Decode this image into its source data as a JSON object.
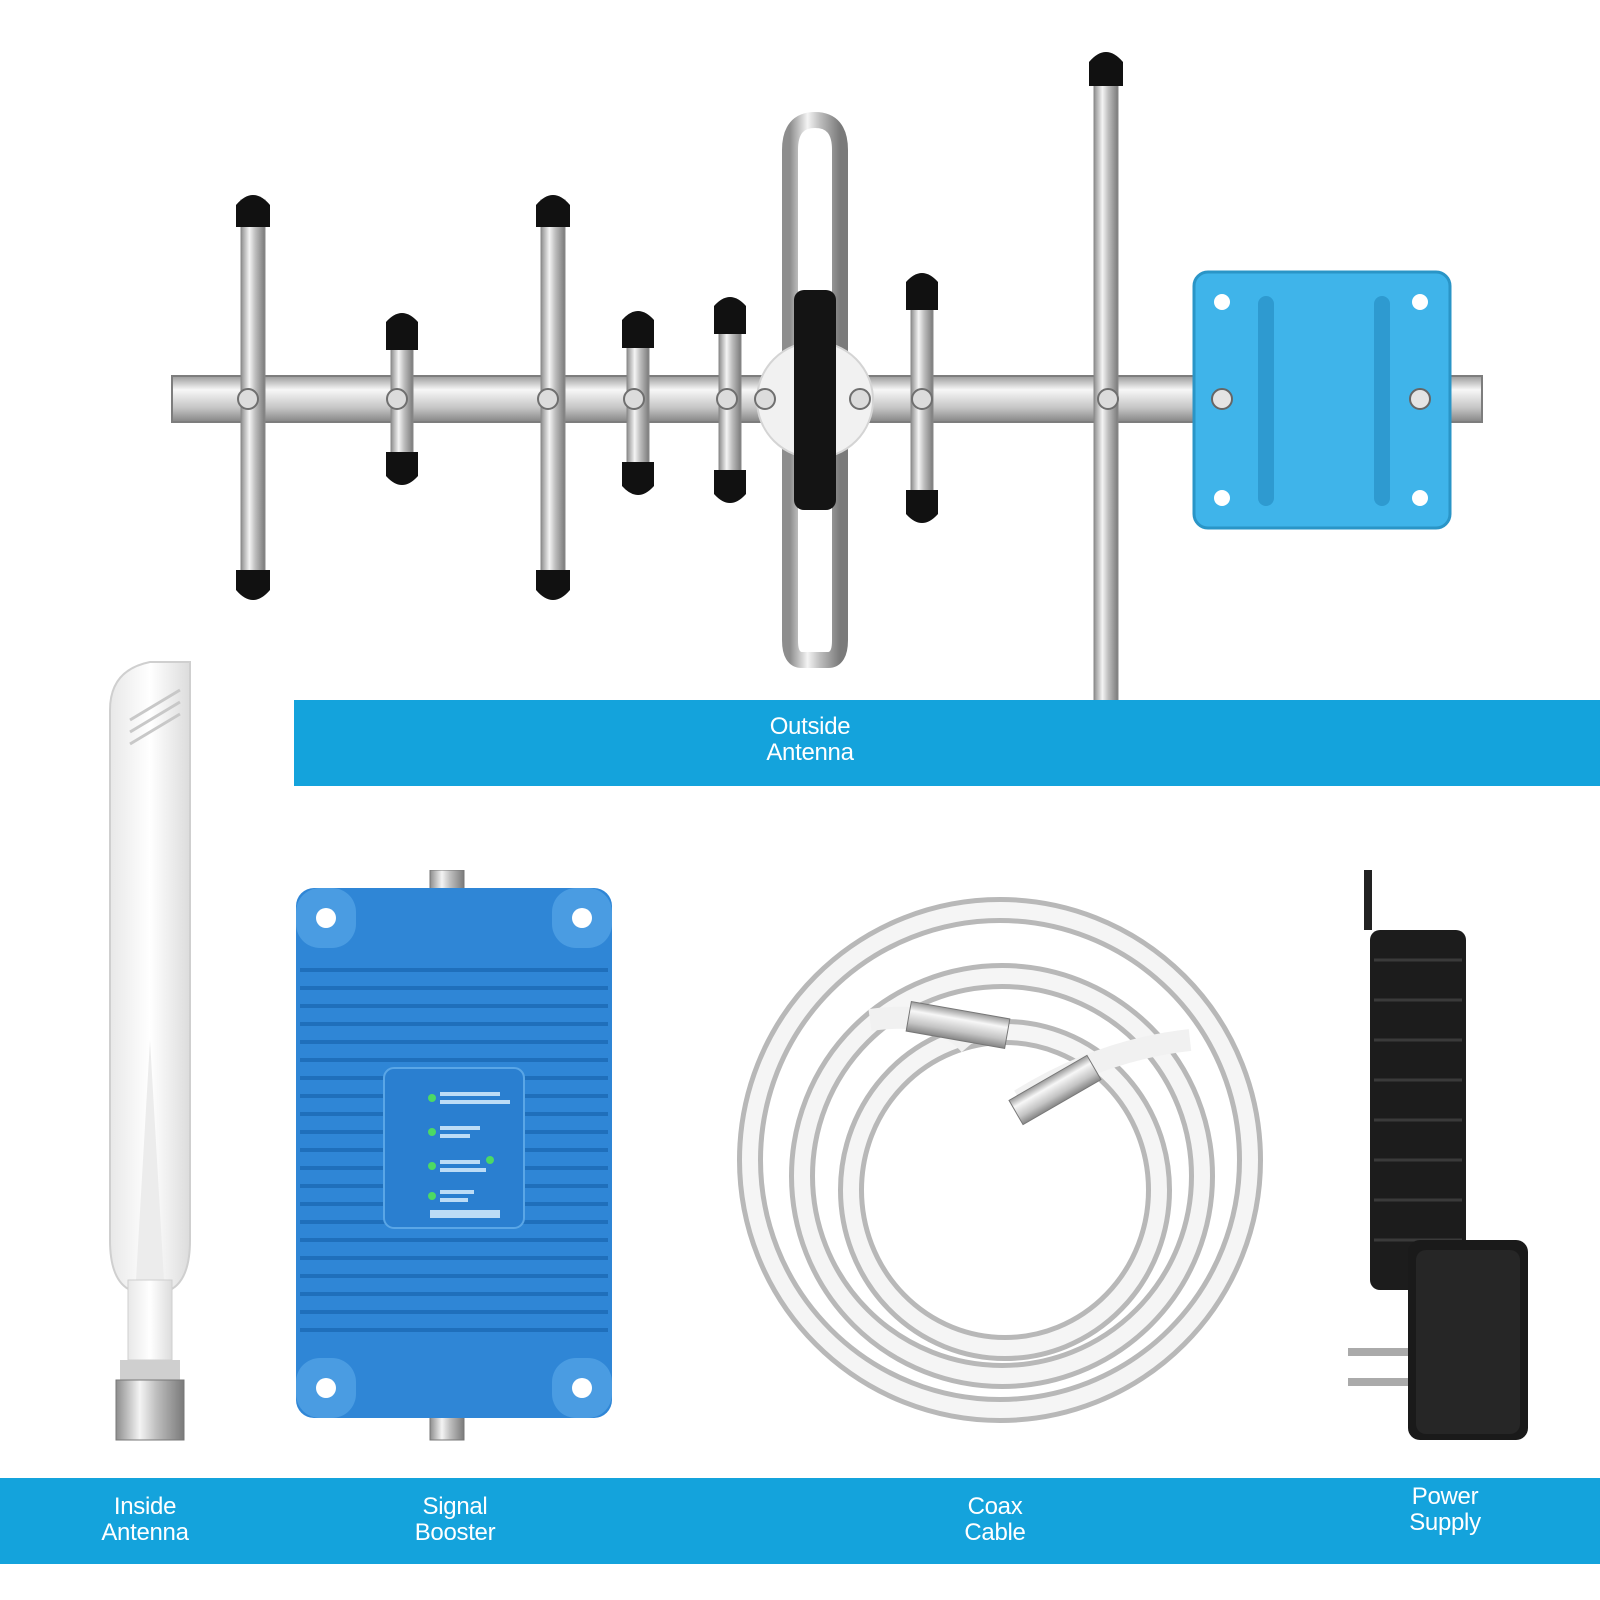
{
  "labels": {
    "outside_antenna": "Outside\nAntenna",
    "inside_antenna": "Inside\nAntenna",
    "signal_booster": "Signal\nBooster",
    "coax_cable": "Coax\nCable",
    "power_supply": "Power\nSupply"
  },
  "colors": {
    "band": "#14a3dc",
    "booster_body": "#2f86d6",
    "bracket": "#3fb4ea",
    "label_text": "#ffffff"
  },
  "icons": {
    "outside_antenna": "yagi-antenna-image",
    "inside_antenna": "whip-antenna-image",
    "signal_booster": "booster-unit-image",
    "coax_cable": "coiled-cable-image",
    "power_supply": "power-adapter-image"
  }
}
